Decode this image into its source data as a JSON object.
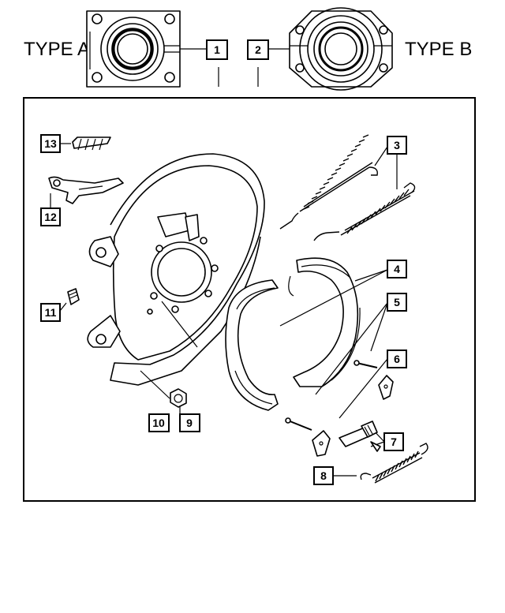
{
  "labels": {
    "type_a": "TYPE A",
    "type_b": "TYPE B"
  },
  "callouts": [
    "1",
    "2",
    "3",
    "4",
    "5",
    "6",
    "7",
    "8",
    "9",
    "10",
    "11",
    "12",
    "13"
  ]
}
